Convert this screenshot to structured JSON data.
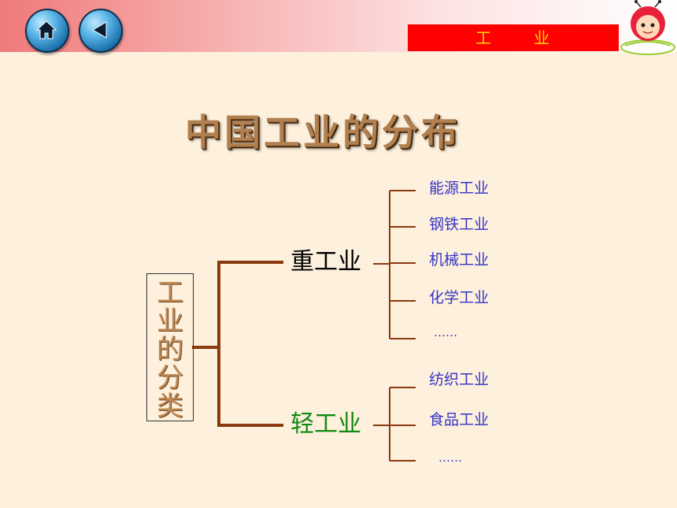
{
  "header": {
    "home_icon": "home-icon",
    "back_icon": "back-arrow-icon",
    "section_title_left": "工",
    "section_title_right": "业"
  },
  "heading": "中国工业的分布",
  "diagram": {
    "root": [
      "工",
      "业",
      "的",
      "分",
      "类"
    ],
    "branches": [
      {
        "label": "重工业",
        "color": "#000000",
        "items": [
          "能源工业",
          "钢铁工业",
          "机械工业",
          "化学工业",
          "……"
        ]
      },
      {
        "label": "轻工业",
        "color": "#118a11",
        "items": [
          "纺织工业",
          "食品工业",
          "……"
        ]
      }
    ],
    "connector_color": "#8b3a10",
    "leaf_color": "#3535c8"
  }
}
